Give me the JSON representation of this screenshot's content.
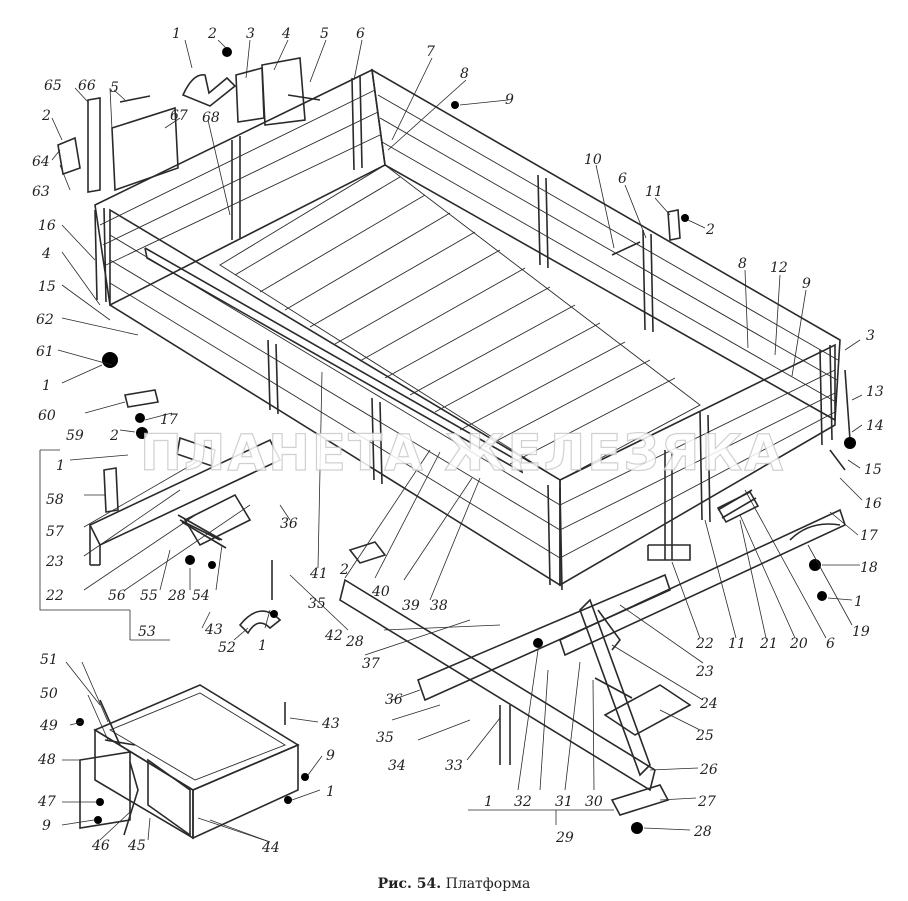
{
  "caption": {
    "label": "Рис. 54.",
    "title": "Платформа"
  },
  "watermark": "ПЛАНЕТА ЖЕЛЕЗЯКА",
  "callouts": [
    "1",
    "2",
    "3",
    "4",
    "5",
    "6",
    "7",
    "8",
    "9",
    "10",
    "11",
    "12",
    "13",
    "14",
    "15",
    "16",
    "17",
    "18",
    "19",
    "20",
    "21",
    "22",
    "23",
    "24",
    "25",
    "26",
    "27",
    "28",
    "29",
    "30",
    "31",
    "32",
    "33",
    "34",
    "35",
    "36",
    "37",
    "38",
    "39",
    "40",
    "41",
    "42",
    "43",
    "44",
    "45",
    "46",
    "47",
    "48",
    "49",
    "50",
    "51",
    "52",
    "53",
    "54",
    "55",
    "56",
    "57",
    "58",
    "59",
    "60",
    "61",
    "62",
    "63",
    "64",
    "65",
    "66",
    "67",
    "68"
  ],
  "colors": {
    "ink": "#2a2a2a",
    "paper": "#ffffff",
    "watermark": "#c9c9c9"
  }
}
